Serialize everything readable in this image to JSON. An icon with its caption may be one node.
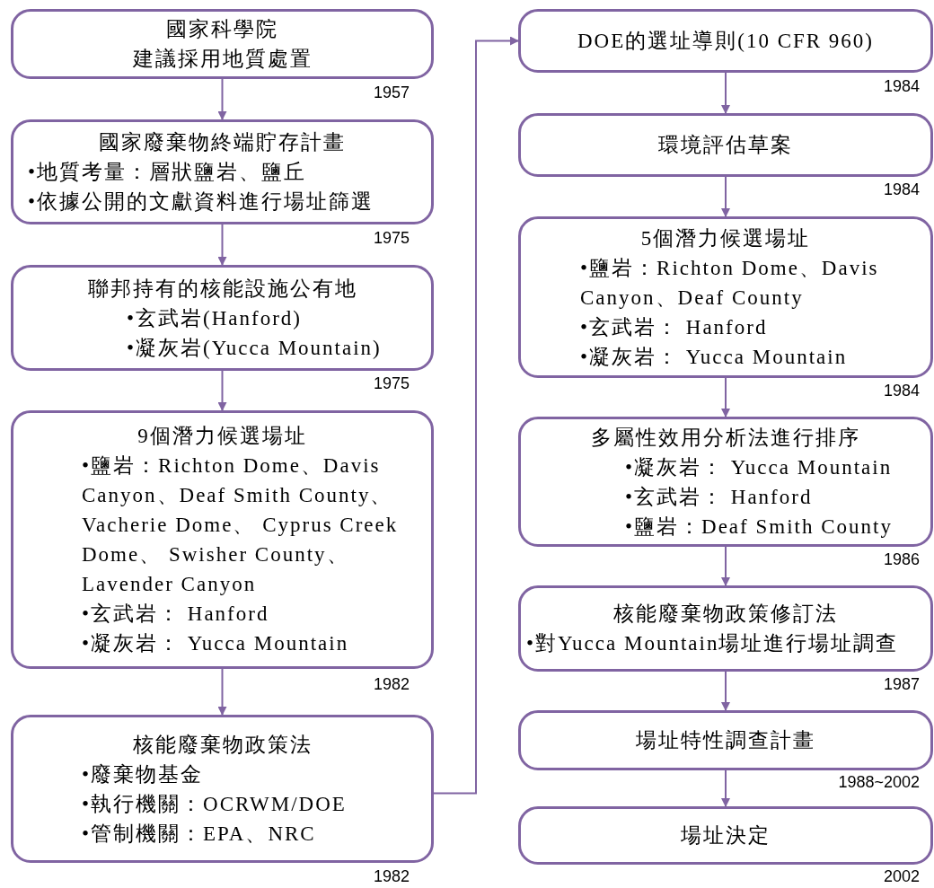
{
  "diagram": {
    "nodes": [
      {
        "text": [
          "國家科學院",
          "建議採用地質處置"
        ],
        "beside": [
          "1957"
        ]
      },
      {
        "text": [
          "國家廢棄物終端貯存計畫",
          "•地質考量：層狀鹽岩、鹽丘",
          "•依據公開的文獻資料進行場址篩選"
        ],
        "beside": [
          "1975"
        ]
      },
      {
        "text": [
          "聯邦持有的核能設施公有地",
          "•玄武岩(Hanford)",
          "•凝灰岩(Yucca Mountain)"
        ],
        "beside": [
          "1975"
        ]
      },
      {
        "text": [
          "9個潛力候選場址",
          "•鹽岩：Richton Dome、Davis Canyon、Deaf Smith County、Vacherie Dome、 Cyprus Creek Dome、 Swisher County、Lavender Canyon",
          "•玄武岩： Hanford",
          "•凝灰岩： Yucca Mountain"
        ],
        "beside": [
          "1982"
        ]
      },
      {
        "text": [
          "核能廢棄物政策法",
          "•廢棄物基金",
          "•執行機關：OCRWM/DOE",
          "•管制機關：EPA、NRC"
        ],
        "beside": [
          "1982"
        ]
      },
      {
        "text": [
          "DOE的選址導則(10 CFR 960)"
        ],
        "beside": [
          "1984"
        ]
      },
      {
        "text": [
          "環境評估草案"
        ],
        "beside": [
          "1984"
        ]
      },
      {
        "text": [
          "5個潛力候選場址",
          "•鹽岩：Richton Dome、Davis Canyon、Deaf County",
          "•玄武岩： Hanford",
          "•凝灰岩： Yucca Mountain"
        ],
        "beside": [
          "1984"
        ]
      },
      {
        "text": [
          "多屬性效用分析法進行排序",
          "•凝灰岩： Yucca Mountain",
          "•玄武岩： Hanford",
          "•鹽岩：Deaf Smith County"
        ],
        "beside": [
          "1986"
        ]
      },
      {
        "text": [
          "核能廢棄物政策修訂法",
          "•對Yucca Mountain場址進行場址調查"
        ],
        "beside": [
          "1987"
        ]
      },
      {
        "text": [
          "場址特性調查計畫"
        ],
        "beside": [
          "1988~2002"
        ]
      },
      {
        "text": [
          "場址決定"
        ],
        "beside": [
          "2002"
        ]
      }
    ],
    "edges": [
      {
        "from": 0,
        "to": 1,
        "arrow": "to"
      },
      {
        "from": 1,
        "to": 2,
        "arrow": "to"
      },
      {
        "from": 2,
        "to": 3,
        "arrow": "to"
      },
      {
        "from": 3,
        "to": 4,
        "arrow": "to"
      },
      {
        "from": 4,
        "to": 5,
        "arrow": "to"
      },
      {
        "from": 5,
        "to": 6,
        "arrow": "to"
      },
      {
        "from": 6,
        "to": 7,
        "arrow": "to"
      },
      {
        "from": 7,
        "to": 8,
        "arrow": "to"
      },
      {
        "from": 8,
        "to": 9,
        "arrow": "to"
      },
      {
        "from": 9,
        "to": 10,
        "arrow": "to"
      },
      {
        "from": 10,
        "to": 11,
        "arrow": "to"
      }
    ]
  }
}
